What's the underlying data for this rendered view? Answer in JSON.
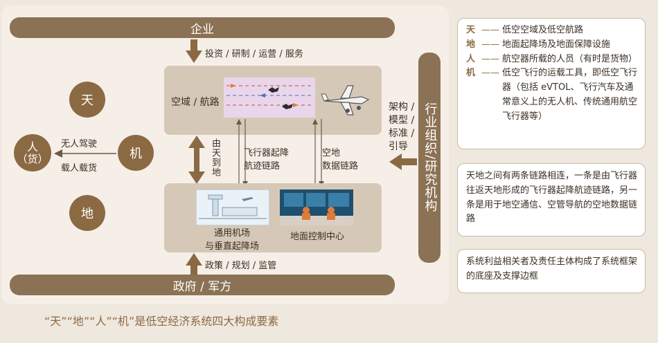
{
  "enterprise": "企业",
  "gov": "政府 / 军方",
  "top_arrow_label": "投资 / 研制 / 运营 / 服务",
  "bottom_arrow_label": "政策 / 规划 / 监管",
  "airspace_label": "空域 / 航路",
  "link_left_label": "由天到地",
  "link_mid_label": [
    "飞行器起降",
    "航迹链路"
  ],
  "link_right_label": [
    "空地",
    "数据链路"
  ],
  "airport_label": [
    "通用机场",
    "与垂直起降场"
  ],
  "control_label": "地面控制中心",
  "research_label": "行业组织/研究机构",
  "research_arrow_label": [
    "架构 /",
    "模型 /",
    "标准 /",
    "引导"
  ],
  "circles": {
    "tian": "天",
    "di": "地",
    "ji": "机",
    "ren": [
      "人",
      "（货）"
    ]
  },
  "ren_arrow_labels": [
    "无人驾驶",
    "载人载货"
  ],
  "footer": "“天”“地”“人”“机”是低空经济系统四大构成要素",
  "legend": [
    {
      "key": "天",
      "sep": "——",
      "text": "低空空域及低空航路"
    },
    {
      "key": "地",
      "sep": "——",
      "text": "地面起降场及地面保障设施"
    },
    {
      "key": "人",
      "sep": "——",
      "text": "航空器所载的人员（有时是货物）"
    },
    {
      "key": "机",
      "sep": "——",
      "text": "低空飞行的运载工具，即低空飞行器（包括 eVTOL、飞行汽车及通常意义上的无人机、传统通用航空飞行器等）"
    }
  ],
  "note1": "天地之间有两条链路相连，一条是由飞行器往返天地形成的飞行器起降航迹链路，另一条是用于地空通信、空管导航的空地数据链路",
  "note2": "系统利益相关者及责任主体构成了系统框架的底座及支撑边框",
  "colors": {
    "bar": "#8b7255",
    "panel": "#d6c8b6",
    "circle": "#8b6a43",
    "bg": "#efe8df",
    "arrow": "#8b6a43"
  }
}
